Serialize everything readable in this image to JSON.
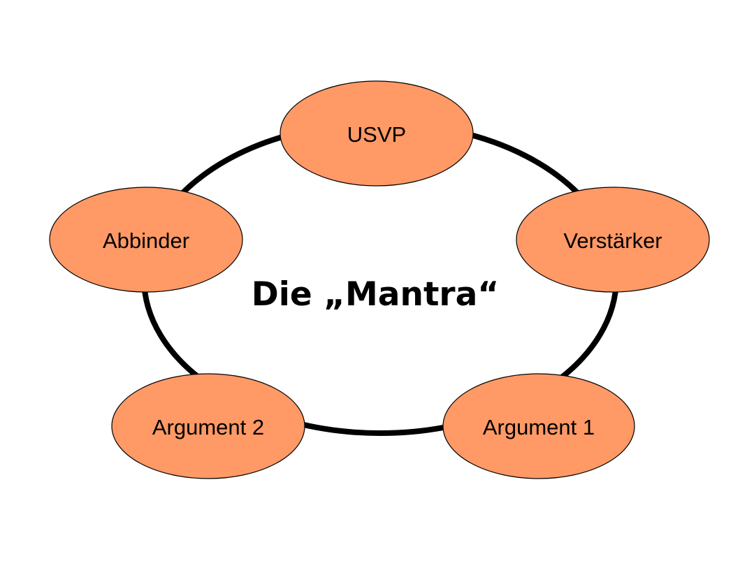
{
  "diagram": {
    "title": "Die „Mantra“",
    "colors": {
      "node_fill": "#FF9966",
      "node_stroke": "#000000",
      "ring_stroke": "#000000",
      "background": "#FFFFFF"
    },
    "nodes": [
      {
        "id": "usvp",
        "label": "USVP"
      },
      {
        "id": "verstaerker",
        "label": "Verstärker"
      },
      {
        "id": "argument-1",
        "label": "Argument 1"
      },
      {
        "id": "argument-2",
        "label": "Argument 2"
      },
      {
        "id": "abbinder",
        "label": "Abbinder"
      }
    ],
    "cycle_order": [
      "usvp",
      "verstaerker",
      "argument-1",
      "argument-2",
      "abbinder"
    ]
  }
}
